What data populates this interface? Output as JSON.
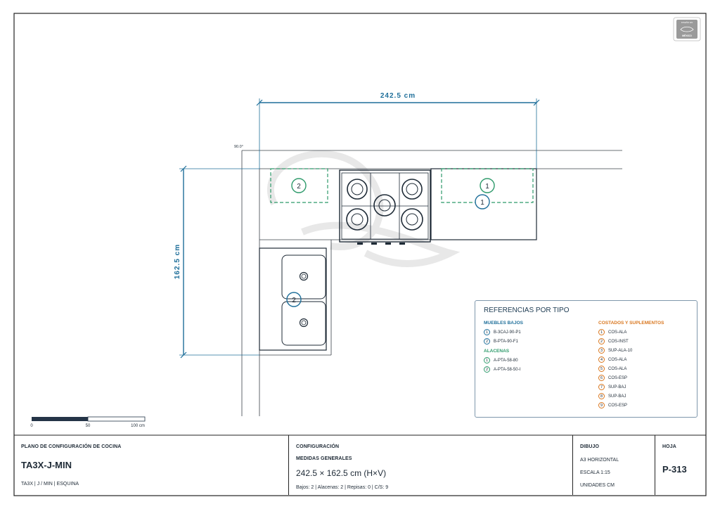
{
  "badge": {
    "line1": "DISEÑO EN",
    "line2": "MÉXICO"
  },
  "dimensions": {
    "width_label": "242.5 cm",
    "height_label": "162.5 cm",
    "angle_label": "90.0°"
  },
  "plan_markers": {
    "alacena_left": "2",
    "alacena_right": "1",
    "bajo_right": "1",
    "bajo_sink": "2"
  },
  "scale_bar": {
    "tick0": "0",
    "tick1": "50",
    "tick2": "100 cm"
  },
  "legend": {
    "title": "REFERENCIAS POR TIPO",
    "muebles_bajos": {
      "heading": "MUEBLES BAJOS",
      "items": [
        {
          "num": "1",
          "code": "B-3CAJ-90-P1"
        },
        {
          "num": "2",
          "code": "B-PTA-90-F1"
        }
      ]
    },
    "alacenas": {
      "heading": "ALACENAS",
      "items": [
        {
          "num": "1",
          "code": "A-PTA-58-80"
        },
        {
          "num": "2",
          "code": "A-PTA-58-50-I"
        }
      ]
    },
    "costados": {
      "heading": "COSTADOS Y SUPLEMENTOS",
      "items": [
        {
          "num": "1",
          "code": "COS-ALA"
        },
        {
          "num": "2",
          "code": "COS-INST"
        },
        {
          "num": "3",
          "code": "SUP-ALA-10"
        },
        {
          "num": "4",
          "code": "COS-ALA"
        },
        {
          "num": "5",
          "code": "COS-ALA"
        },
        {
          "num": "6",
          "code": "COS-ESP"
        },
        {
          "num": "7",
          "code": "SUP-BAJ"
        },
        {
          "num": "8",
          "code": "SUP-BAJ"
        },
        {
          "num": "9",
          "code": "COS-ESP"
        }
      ]
    }
  },
  "title_block": {
    "plano": {
      "heading": "PLANO DE CONFIGURACIÓN DE COCINA",
      "code": "TA3X-J-MIN",
      "meta": "TA3X | J / MIN | ESQUINA"
    },
    "config": {
      "heading": "CONFIGURACIÓN",
      "sub": "MEDIDAS GENERALES",
      "dims": "242.5 × 162.5 cm (H×V)",
      "counts": "Bajos: 2 | Alacenas: 2 | Repisas: 0 | C/S: 9"
    },
    "dibujo": {
      "heading": "DIBUJO",
      "format": "A3 HORIZONTAL",
      "scale": "ESCALA 1:15",
      "units": "UNIDADES CM"
    },
    "hoja": {
      "heading": "HOJA",
      "sheet": "P-313"
    }
  },
  "colors": {
    "blue": "#1f6f9a",
    "green": "#2e9a6b",
    "orange": "#d9771f",
    "line": "#3a4048",
    "dark": "#1e2a36"
  }
}
